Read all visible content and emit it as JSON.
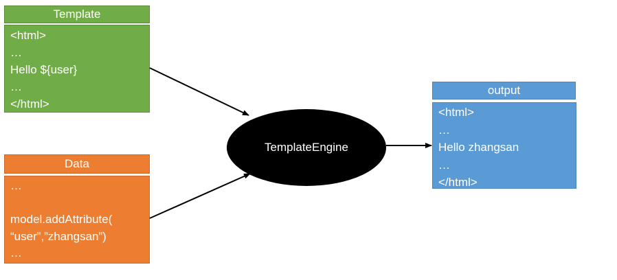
{
  "template": {
    "title": "Template",
    "lines": [
      "<html>",
      "…",
      "Hello ${user}",
      "…",
      "</html>"
    ]
  },
  "data": {
    "title": "Data",
    "lines": [
      "…",
      "",
      "model.addAttribute(",
      "“user”,”zhangsan”)",
      "…"
    ]
  },
  "engine": {
    "label": "TemplateEngine"
  },
  "output": {
    "title": "output",
    "lines": [
      "<html>",
      "…",
      "Hello zhangsan",
      "…",
      "</html>"
    ]
  },
  "colors": {
    "template": "#70ad47",
    "data": "#ed7d31",
    "output": "#5b9bd5",
    "engine": "#000000",
    "arrow": "#000000"
  }
}
